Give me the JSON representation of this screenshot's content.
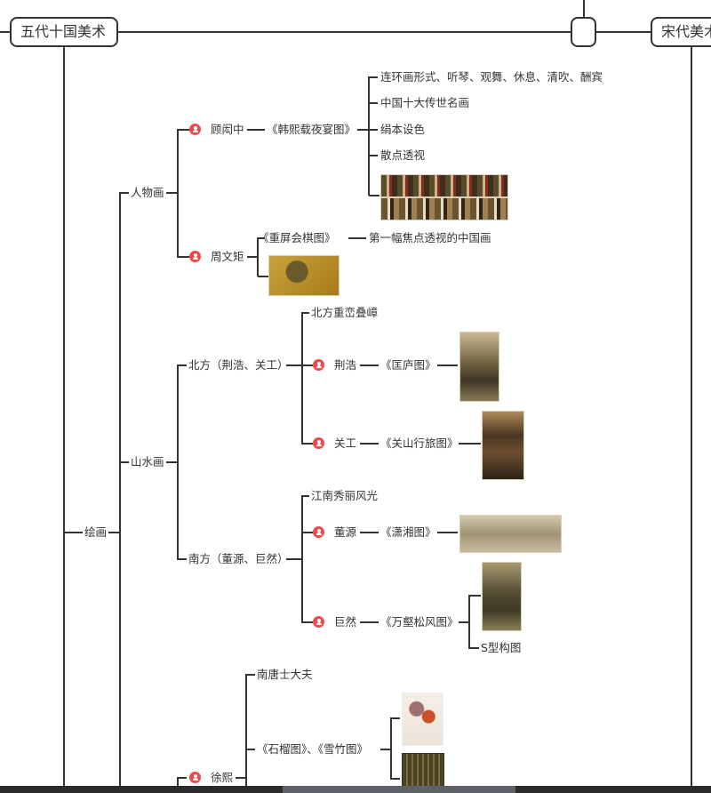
{
  "roots": {
    "current": "五代十国美术",
    "next": "宋代美术"
  },
  "painting": "绘画",
  "figure": {
    "label": "人物画",
    "gu": {
      "name": "顾闳中",
      "work": "《韩熙载夜宴图》",
      "notes": [
        "连环画形式、听琴、观舞、休息、清吹、酬宾",
        "中国十大传世名画",
        "绢本设色",
        "散点透视"
      ]
    },
    "zhou": {
      "name": "周文矩",
      "work": "《重屏会棋图》",
      "note": "第一幅焦点透视的中国画"
    }
  },
  "landscape": {
    "label": "山水画",
    "north": {
      "label": "北方（荆浩、关工）",
      "trait": "北方重峦叠嶂",
      "jing": {
        "name": "荆浩",
        "work": "《匡庐图》"
      },
      "guan": {
        "name": "关工",
        "work": "《关山行旅图》"
      }
    },
    "south": {
      "label": "南方（董源、巨然）",
      "trait": "江南秀丽风光",
      "dong": {
        "name": "董源",
        "work": "《潇湘图》"
      },
      "ju": {
        "name": "巨然",
        "work": "《万壑松风图》",
        "note": "S型构图"
      }
    }
  },
  "xu": {
    "name": "徐熙",
    "trait": "南唐士大夫",
    "works": "《石榴图》、《雪竹图》"
  }
}
